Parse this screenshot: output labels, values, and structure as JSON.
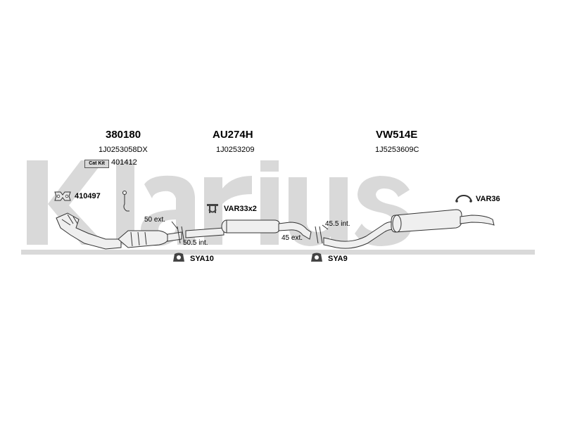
{
  "watermark": {
    "brand": "Klarius"
  },
  "parts": {
    "front": {
      "code": "380180",
      "oe": "1J0253058DX",
      "catkit_label": "Cat Kit",
      "catkit_code": "401412",
      "gasket_code": "410497"
    },
    "middle": {
      "code": "AU274H",
      "oe": "1J0253209",
      "clamp_code": "VAR33x2"
    },
    "rear": {
      "code": "VW514E",
      "oe": "1J5253609C",
      "hanger_code": "VAR36"
    }
  },
  "joints": {
    "first": {
      "ext": "50 ext.",
      "int": "50.5 int."
    },
    "second": {
      "int": "45.5 int.",
      "ext": "45 ext."
    }
  },
  "mounts": {
    "left": "SYA10",
    "right": "SYA9"
  },
  "colors": {
    "watermark": "#d9d9d9",
    "pipe_fill": "#efefef",
    "stroke": "#333333"
  }
}
